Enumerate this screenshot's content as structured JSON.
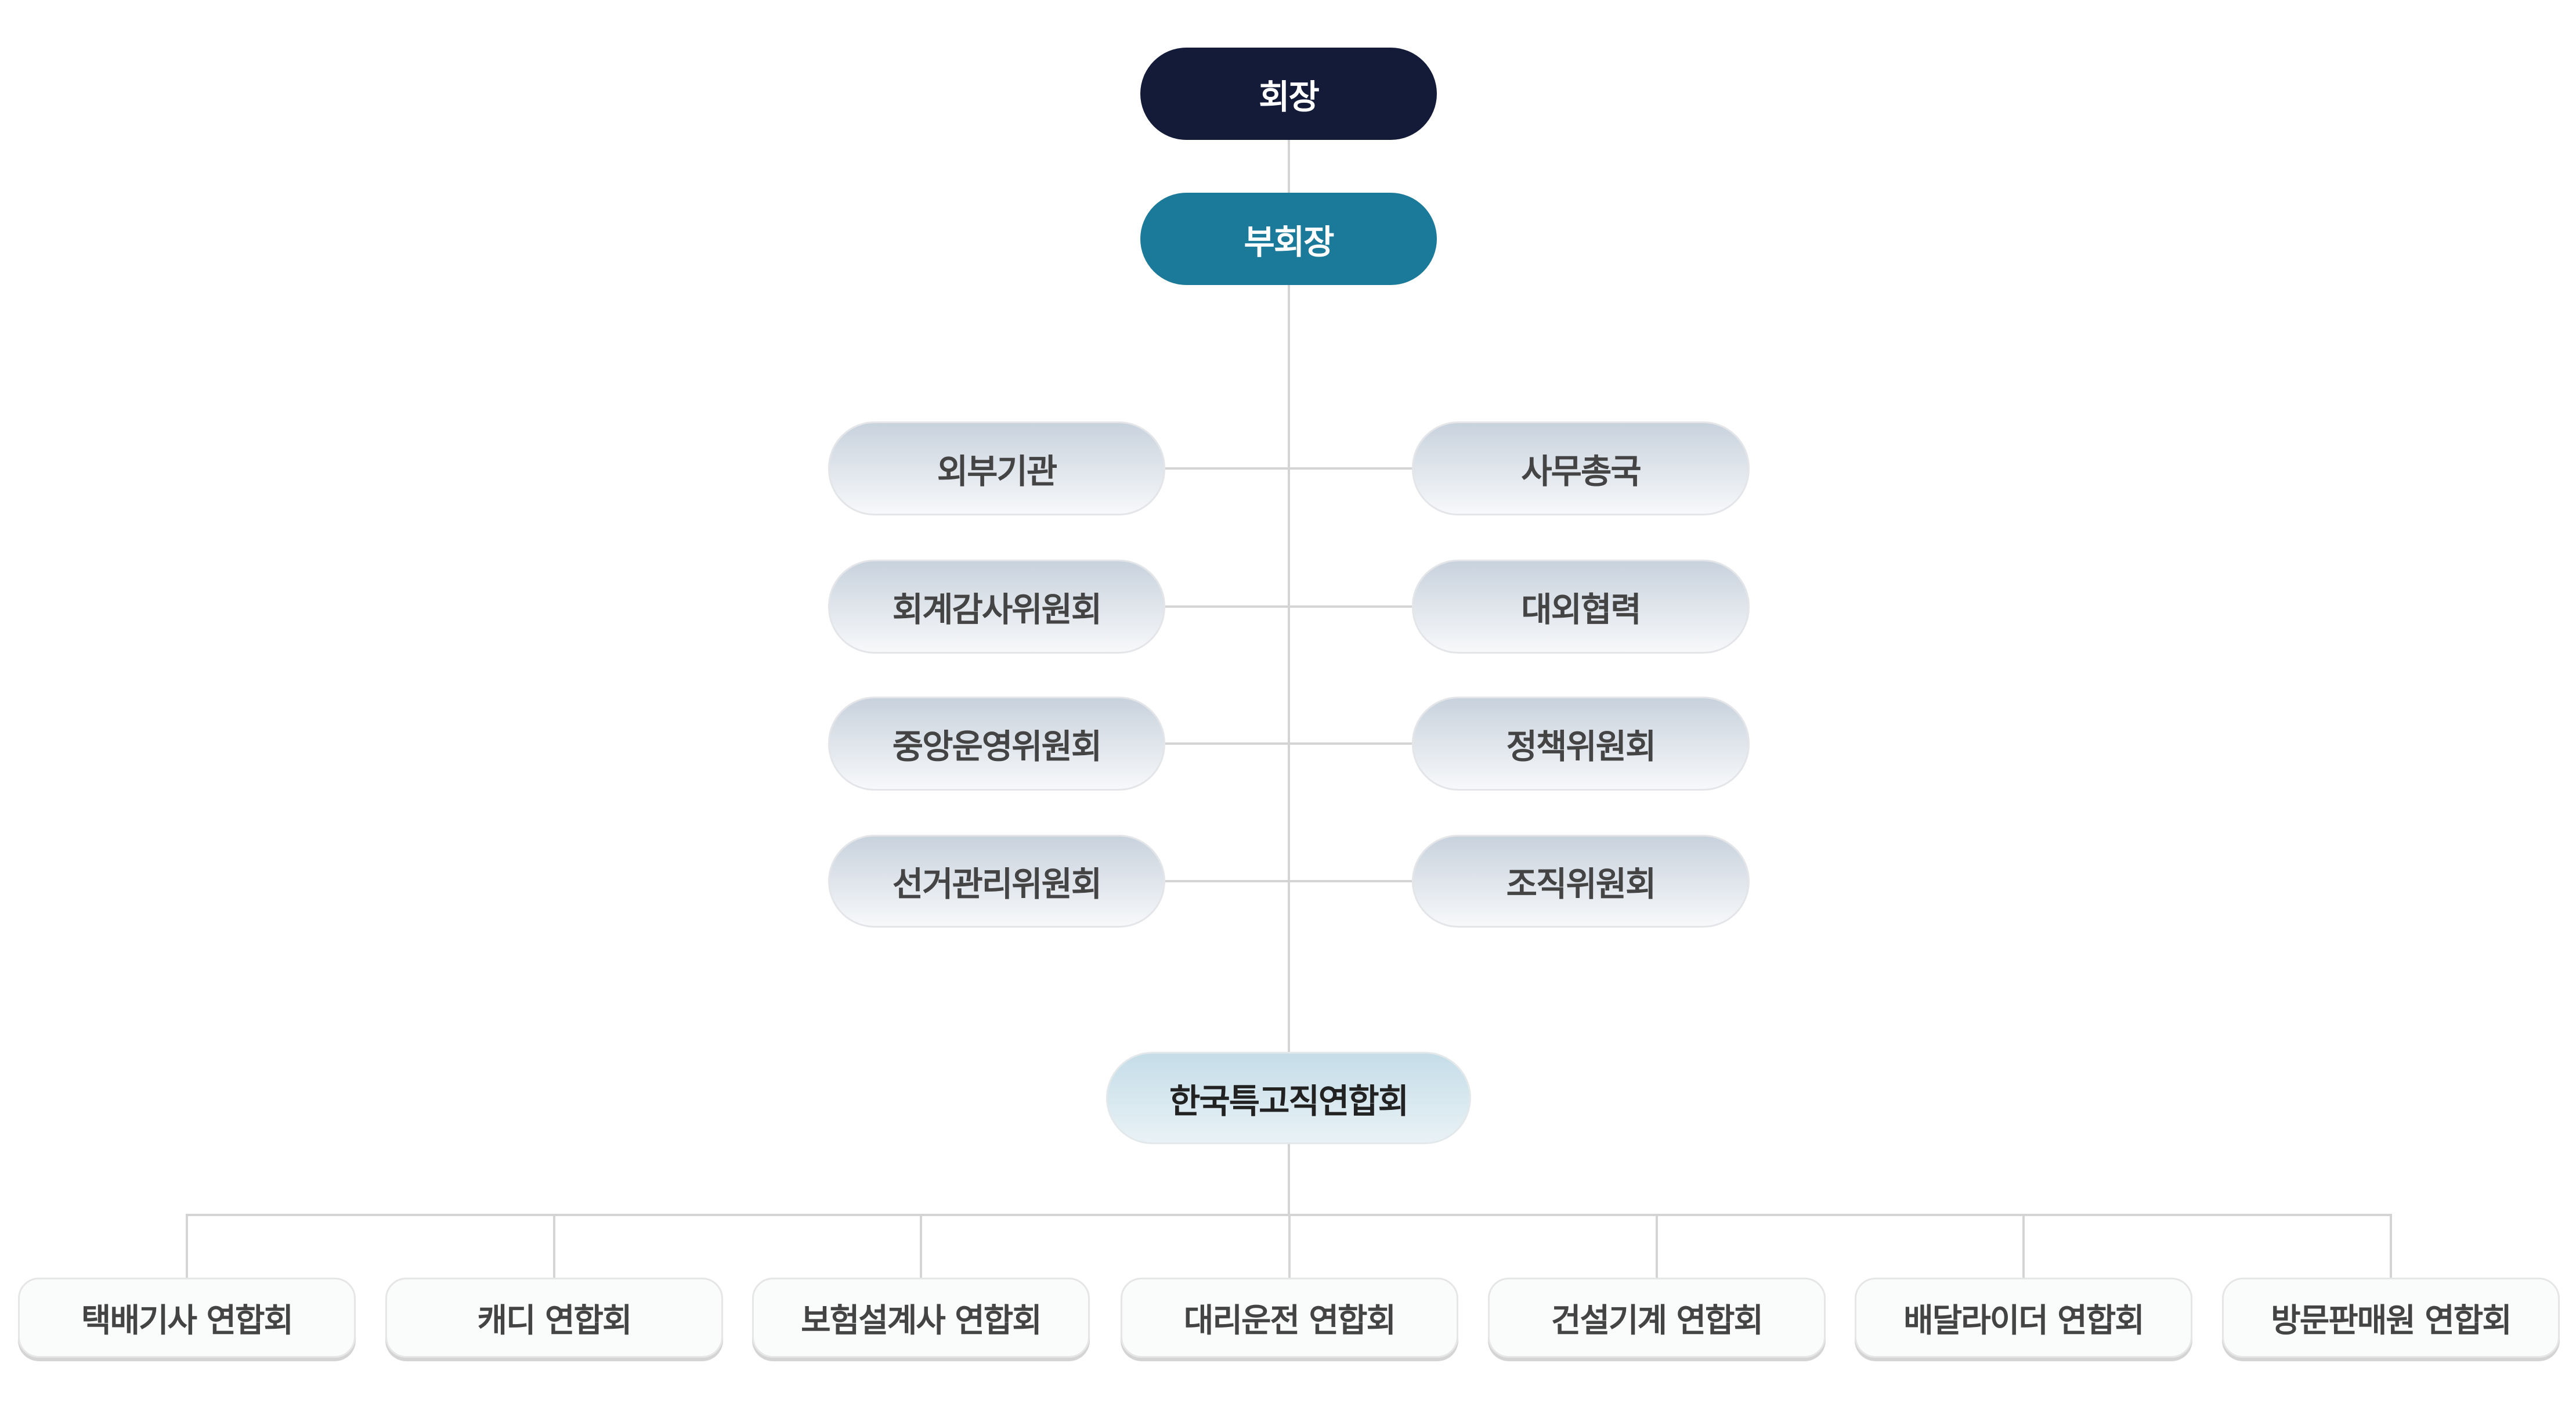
{
  "top": {
    "chairman": "회장",
    "vice_chairman": "부회장"
  },
  "left_units": [
    "외부기관",
    "회계감사위원회",
    "중앙운영위원회",
    "선거관리위원회"
  ],
  "right_units": [
    "사무총국",
    "대외협력",
    "정책위원회",
    "조직위원회"
  ],
  "federation": "한국특고직연합회",
  "associations": [
    "택배기사 연합회",
    "캐디 연합회",
    "보험설계사 연합회",
    "대리운전 연합회",
    "건설기계 연합회",
    "배달라이더 연합회",
    "방문판매원 연합회"
  ],
  "colors": {
    "chairman": "#131b38",
    "vice_chairman": "#1b7999",
    "line": "#d4d4d4"
  }
}
